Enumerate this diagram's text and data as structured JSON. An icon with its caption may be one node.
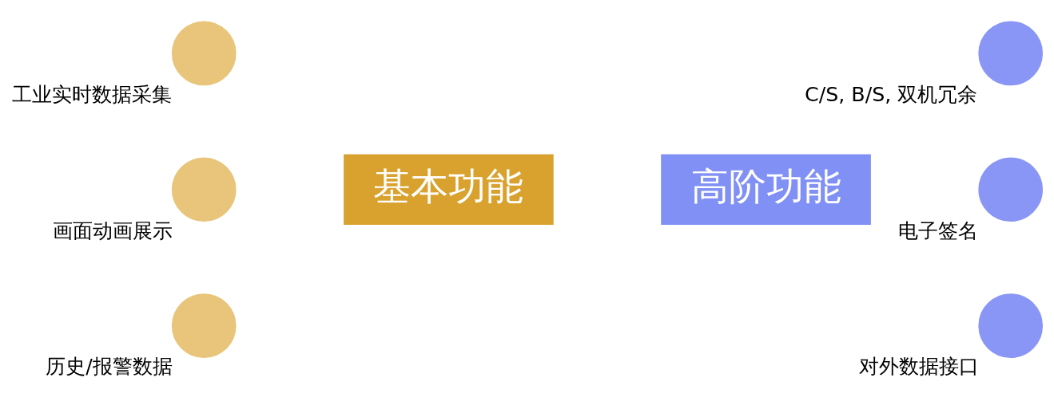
{
  "diagram": {
    "nodes": [
      {
        "text": [],
        "shape": "circle",
        "beside": [
          "工业实时数据采集"
        ]
      },
      {
        "text": [],
        "shape": "circle",
        "beside": [
          "画面动画展示"
        ]
      },
      {
        "text": [],
        "shape": "circle",
        "beside": [
          "历史/报警数据"
        ]
      },
      {
        "text": [
          "基本功能"
        ]
      },
      {
        "text": [
          "高阶功能"
        ]
      },
      {
        "text": [],
        "shape": "circle",
        "beside": [
          "C/S, B/S, 双机冗余"
        ]
      },
      {
        "text": [],
        "shape": "circle",
        "beside": [
          "电子签名"
        ]
      },
      {
        "text": [],
        "shape": "circle",
        "beside": [
          "对外数据接口"
        ]
      }
    ]
  }
}
